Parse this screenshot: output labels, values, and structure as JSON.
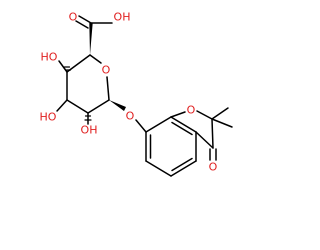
{
  "structure": {
    "atom_labels": {
      "carboxyl_oh": "OH",
      "carboxyl_o": "O",
      "ring_o": "O",
      "oh_c4": "HO",
      "oh_c3": "HO",
      "oh_c2": "OH",
      "glycosidic_o": "O",
      "furan_o": "O",
      "ketone_o": "O"
    },
    "colors": {
      "bond": "#000000",
      "oxygen": "#e02020",
      "background": "#ffffff"
    }
  }
}
